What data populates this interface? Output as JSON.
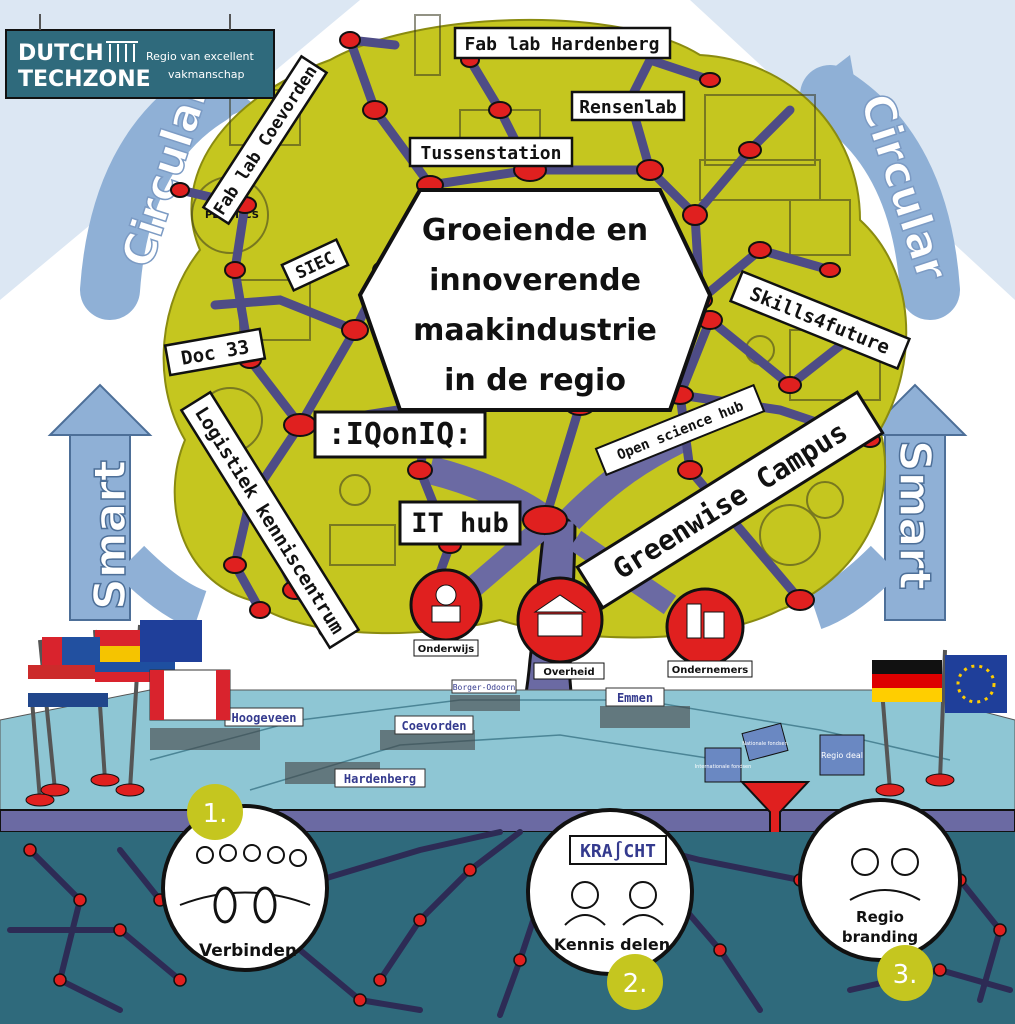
{
  "logo": {
    "brand_line1": "DUTCH",
    "brand_line2": "TECHZONE",
    "tagline_line1": "Regio van excellent",
    "tagline_line2": "vakmanschap"
  },
  "side_words": {
    "left_top": "Circular",
    "right_top": "Circular",
    "left_bottom": "Smart",
    "right_bottom": "Smart"
  },
  "center_text": [
    "Groeiende en",
    "innoverende",
    "maakindustrie",
    "in de regio"
  ],
  "nodes": {
    "fablab_hardenberg": "Fab lab Hardenberg",
    "rensenlab": "Rensenlab",
    "tussenstation": "Tussenstation",
    "fablab_coevorden": "Fab lab Coevorden",
    "siec": "SIEC",
    "doc33": "Doc 33",
    "skills4future": "Skills4future",
    "iqoniq": ":IQonIQ:",
    "open_science_hub": "Open science hub",
    "logistiek": "Logistiek kenniscentrum",
    "it_hub": "IT hub",
    "greenwise": "Greenwise Campus"
  },
  "sectors": {
    "onderwijs": "Onderwijs",
    "overheid": "Overheid",
    "ondernemers": "Ondernemers"
  },
  "towns": {
    "hoogeveen": "Hoogeveen",
    "borger_odoorn": "Borger-Odoorn",
    "coevorden": "Coevorden",
    "emmen": "Emmen",
    "hardenberg": "Hardenberg"
  },
  "watering": {
    "can1": "Nationale fondsen",
    "can2": "Regio deal",
    "can3": "Inter­nationale fondsen"
  },
  "circles": [
    {
      "number": "1.",
      "label": "Verbinden"
    },
    {
      "number": "2.",
      "label": "Kennis delen",
      "sign": "KRA∫CHT"
    },
    {
      "number": "3.",
      "label_line1": "Regio",
      "label_line2": "branding"
    }
  ],
  "icon_labels": {
    "plastics": "PLASTICS"
  },
  "colors": {
    "foliage": "#c5c61f",
    "trunk": "#6b6aa3",
    "node": "#e0201f",
    "soil": "#2f6a7c",
    "ground": "#8ec6d4",
    "arrow": "#8fb0d6",
    "logo_bg": "#2f6a7c",
    "badge": "#c5c61f"
  }
}
